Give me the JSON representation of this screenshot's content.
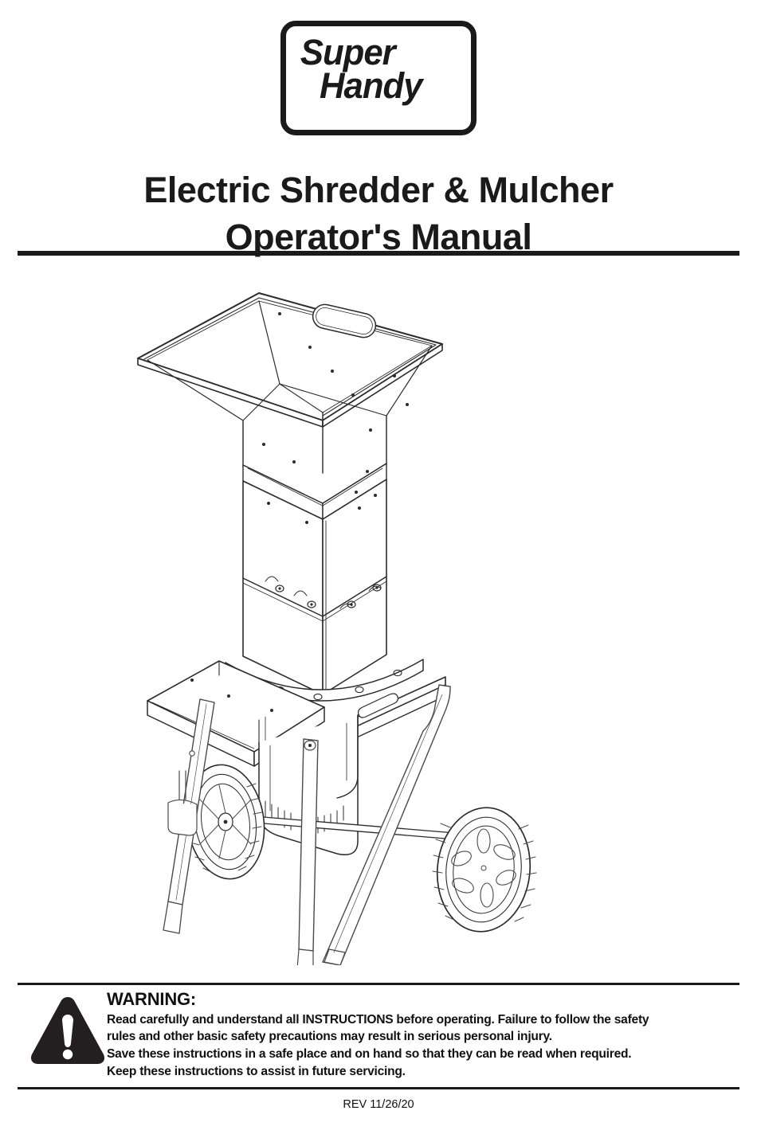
{
  "document": {
    "brand": {
      "logo_line1": "Super",
      "logo_line2": "Handy"
    },
    "title": {
      "line1": "Electric Shredder & Mulcher",
      "line2": "Operator's Manual"
    },
    "illustration": {
      "alt": "Electric shredder and mulcher line drawing",
      "parts": [
        "hopper",
        "handle-slot",
        "main-body",
        "discharge-chute",
        "frame-plate",
        "motor-housing",
        "left-wheel",
        "right-wheel",
        "axle",
        "front-leg",
        "rear-leg"
      ]
    },
    "warning": {
      "icon": "warning-triangle-icon",
      "heading": "WARNING:",
      "lines": [
        "Read carefully and understand all INSTRUCTIONS before operating. Failure to follow the safety",
        "rules and other basic safety precautions may result in serious personal injury.",
        "Save these instructions in a safe place and on hand so that they can be read when required.",
        "Keep these instructions to assist in future servicing."
      ]
    },
    "footer": {
      "revision": "REV 11/26/20"
    },
    "colors": {
      "ink": "#1a1a1a",
      "line": "#3a3a3a",
      "background": "#ffffff"
    }
  }
}
